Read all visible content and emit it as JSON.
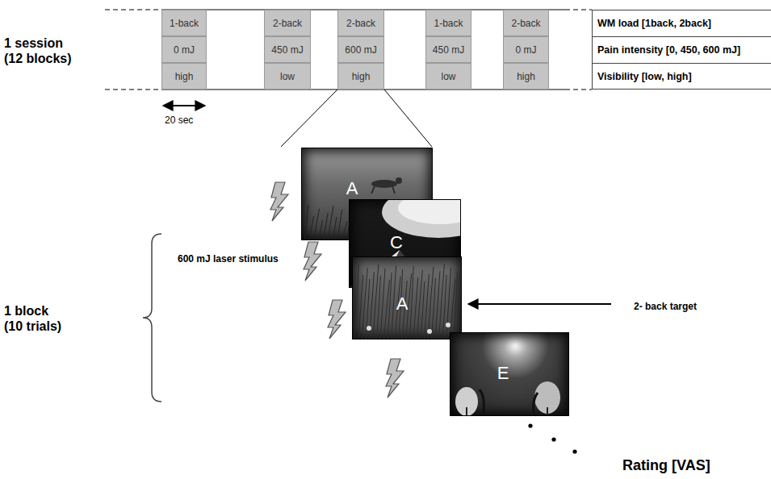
{
  "diagram": {
    "nodes": [
      {
        "text": [
          "1-back"
        ]
      },
      {
        "text": [
          "0 mJ"
        ]
      },
      {
        "text": [
          "high"
        ]
      },
      {
        "text": [
          "2-back"
        ]
      },
      {
        "text": [
          "450 mJ"
        ]
      },
      {
        "text": [
          "low"
        ]
      },
      {
        "text": [
          "2-back"
        ]
      },
      {
        "text": [
          "600 mJ"
        ]
      },
      {
        "text": [
          "high"
        ]
      },
      {
        "text": [
          "1-back"
        ]
      },
      {
        "text": [
          "450 mJ"
        ]
      },
      {
        "text": [
          "low"
        ]
      },
      {
        "text": [
          "2-back"
        ]
      },
      {
        "text": [
          "0 mJ"
        ]
      },
      {
        "text": [
          "high"
        ]
      },
      {
        "text": [
          "WM load [1back, 2back]"
        ]
      },
      {
        "text": [
          "Pain intensity [0, 450, 600 mJ]"
        ]
      },
      {
        "text": [
          "Visibility [low, high]"
        ]
      },
      {
        "text": [
          "A"
        ]
      },
      {
        "text": [
          "C"
        ]
      },
      {
        "text": [
          "A"
        ]
      },
      {
        "text": [
          "E"
        ]
      }
    ],
    "labels": [
      "1 session (12 blocks)",
      "20 sec",
      "600 mJ laser stimulus",
      "2- back target",
      "1 block (10 trials)",
      "Rating [VAS]"
    ]
  }
}
